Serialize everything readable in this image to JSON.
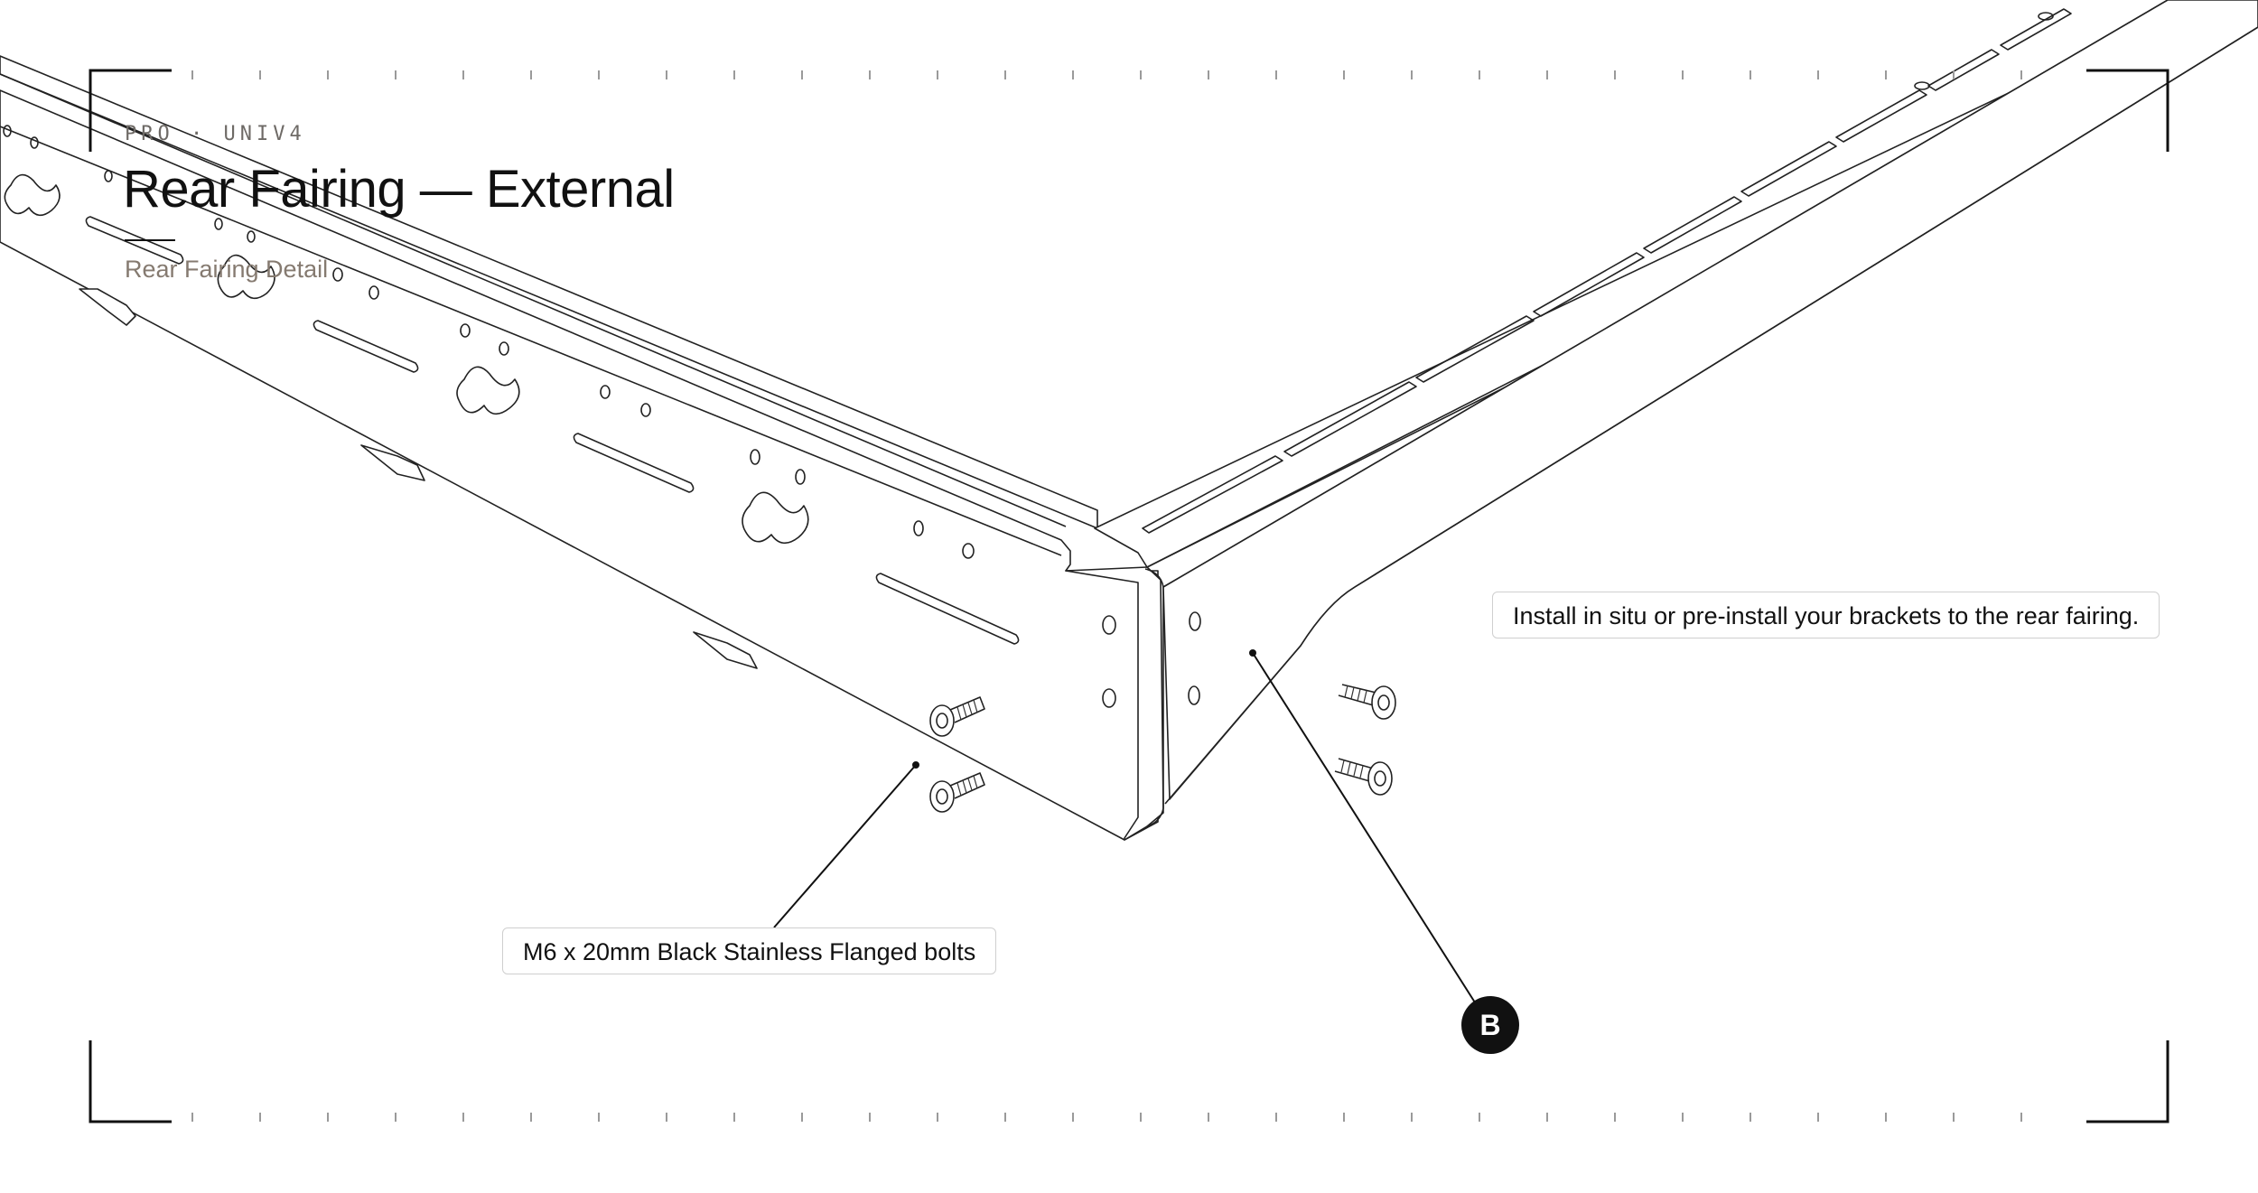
{
  "header": {
    "eyebrow": "PRO · UNIV4",
    "title": "Rear Fairing — External",
    "subtitle": "Rear Fairing Detail"
  },
  "callouts": {
    "bolts": "M6 x 20mm Black Stainless Flanged bolts",
    "install": "Install in situ or pre-install your brackets to the rear fairing."
  },
  "marker": {
    "label": "B"
  },
  "colors": {
    "ink": "#111111",
    "line": "#222222",
    "muted": "#857a70",
    "tick": "#9a9a9a",
    "background": "#ffffff"
  }
}
